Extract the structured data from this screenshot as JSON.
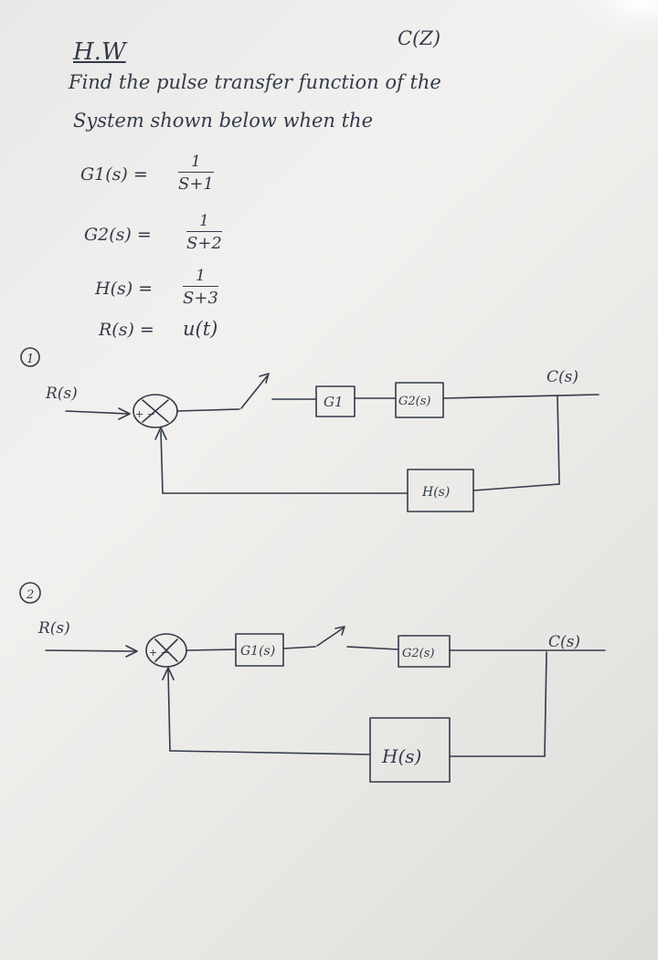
{
  "header": {
    "title": "H.W",
    "corner_tag": "C(Z)",
    "question_line1": "Find the pulse transfer function of the",
    "question_line2": "System shown below when the"
  },
  "equations": [
    {
      "lhs": "G1(s) =",
      "numerator": "1",
      "denominator": "S+1"
    },
    {
      "lhs": "G2(s) =",
      "numerator": "1",
      "denominator": "S+2"
    },
    {
      "lhs": "H(s) =",
      "numerator": "1",
      "denominator": "S+3"
    },
    {
      "lhs": "R(s) =",
      "rhs": "u(t)"
    }
  ],
  "diagram1": {
    "number": "1",
    "input": "R(s)",
    "output": "C(s)",
    "summer_signs": "+ −",
    "block_g1": "G1",
    "block_g2": "G2(s)",
    "block_h": "H(s)"
  },
  "diagram2": {
    "number": "2",
    "input": "R(s)",
    "output": "C(s)",
    "summer_signs": "+ −",
    "block_g1": "G1(s)",
    "block_g2": "G2(s)",
    "block_h": "H(s)"
  },
  "colors": {
    "ink": "#333a4a",
    "paper": "#efeeec"
  }
}
